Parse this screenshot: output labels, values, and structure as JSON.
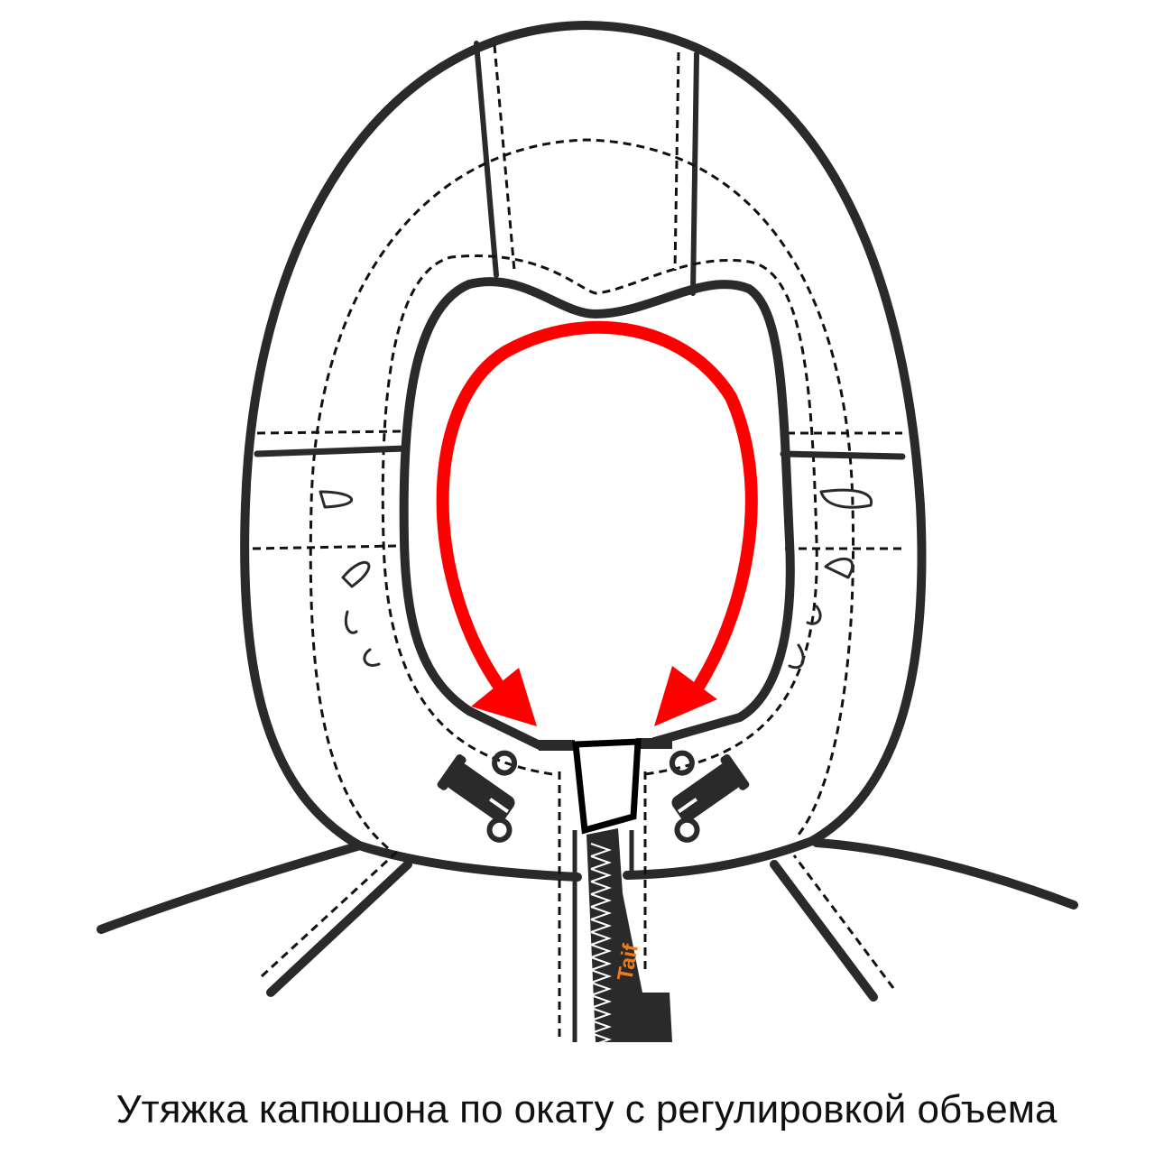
{
  "caption": "Утяжка капюшона по окату с регулировкой объема",
  "logo_text": "Taif",
  "colors": {
    "outline": "#2a2a2a",
    "arrow": "#ff0000",
    "logo": "#f07a1a"
  },
  "icons": [
    "hood-outline",
    "face-opening",
    "adjustment-arrow",
    "cord-lock-toggle",
    "zipper"
  ]
}
